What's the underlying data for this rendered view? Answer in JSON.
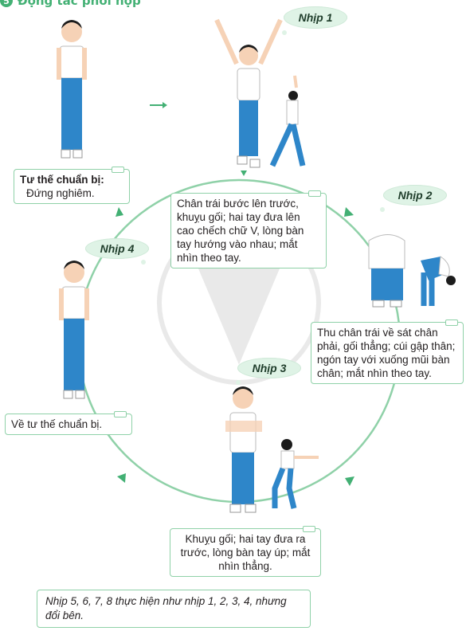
{
  "header": {
    "number": "5",
    "title": "Động tác phối hợp"
  },
  "bubbles": {
    "b1": "Nhịp 1",
    "b2": "Nhịp 2",
    "b3": "Nhịp 3",
    "b4": "Nhịp 4"
  },
  "boxes": {
    "ready_title": "Tư thế chuẩn bị:",
    "ready_text": "Đứng nghiêm.",
    "step1": "Chân trái bước lên trước, khuỵu gối; hai tay đưa lên cao chếch chữ V, lòng bàn tay hướng vào nhau; mắt nhìn theo tay.",
    "step2": "Thu chân trái về sát chân phải, gối thẳng; cúi gập thân; ngón tay với xuống mũi bàn chân; mắt nhìn theo tay.",
    "step3": "Khuỵu gối; hai tay đưa ra trước, lòng bàn tay úp; mắt nhìn thẳng.",
    "step4": "Về tư thế chuẩn bị."
  },
  "note": "Nhịp 5, 6, 7, 8 thực hiện như nhịp 1, 2, 3, 4, nhưng đổi bên.",
  "colors": {
    "green": "#43b074",
    "circle": "#8fd1a8",
    "bubble": "#dff3e6",
    "shirt": "#ffffff",
    "pants": "#2e86c9",
    "hair": "#1c1c1c",
    "skin": "#f6d2b6"
  },
  "icons": [
    "arrow-right-icon",
    "arrowhead-icon",
    "watermark-icon",
    "person-figure"
  ]
}
